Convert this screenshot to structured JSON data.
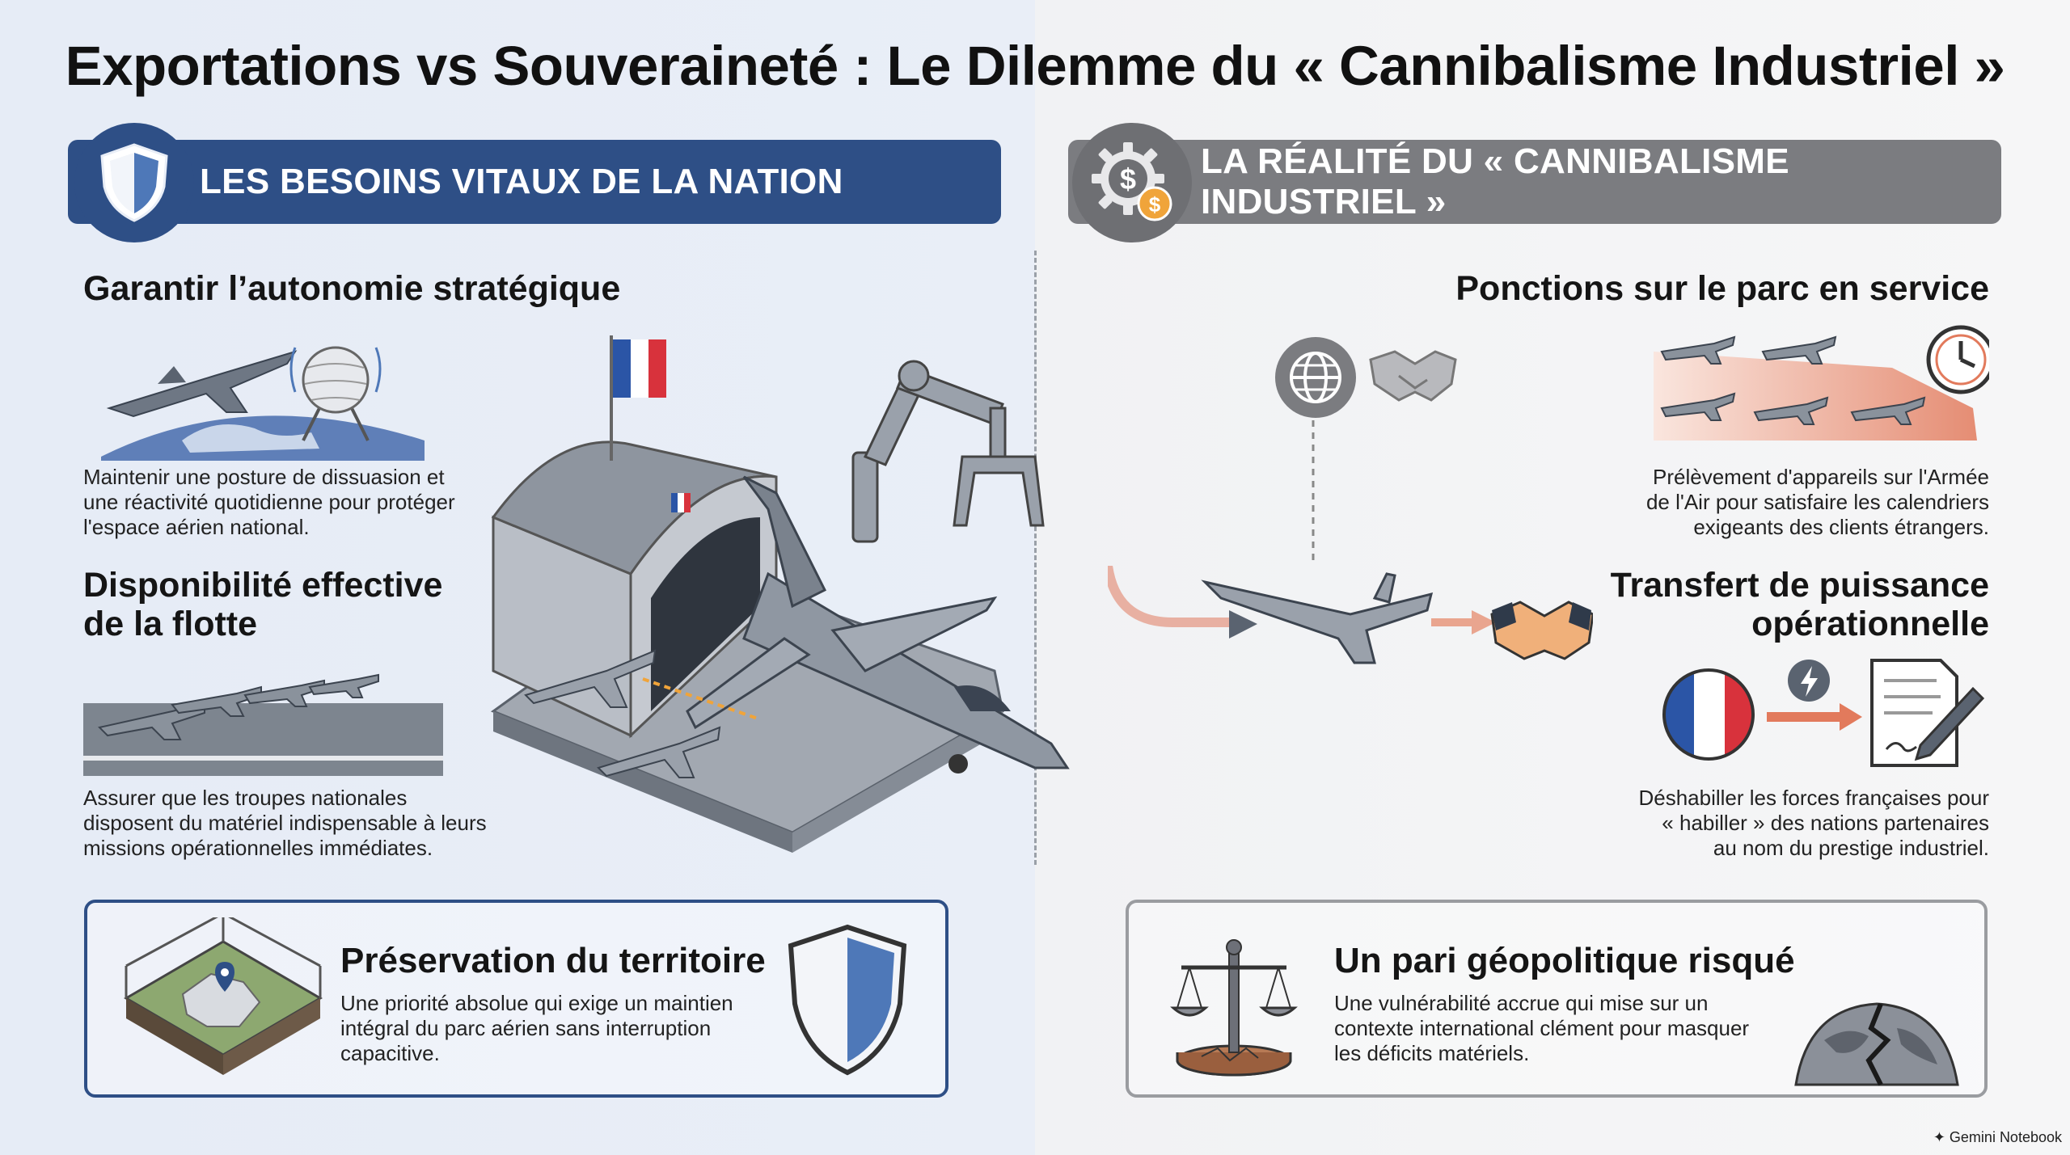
{
  "title": "Exportations vs Souveraineté : Le Dilemme du « Cannibalisme Industriel »",
  "left": {
    "banner": "LES BESOINS VITAUX DE LA NATION",
    "section1": {
      "heading": "Garantir l’autonomie stratégique",
      "text": [
        "Maintenir une posture de dissuasion et",
        "une réactivité quotidienne pour protéger",
        "l'espace aérien national."
      ]
    },
    "section2": {
      "heading": [
        "Disponibilité effective",
        "de la flotte"
      ],
      "text": [
        "Assurer que les troupes nationales",
        "disposent du matériel indispensable à leurs",
        "missions opérationnelles immédiates."
      ]
    },
    "box": {
      "title": "Préservation du territoire",
      "text": [
        "Une priorité absolue qui exige un maintien",
        "intégral du parc aérien sans interruption",
        "capacitive."
      ]
    }
  },
  "right": {
    "banner": "LA RÉALITÉ DU « CANNIBALISME INDUSTRIEL »",
    "section1": {
      "heading": "Ponctions sur le parc en service",
      "text": [
        "Prélèvement d'appareils sur l'Armée",
        "de l'Air pour satisfaire les calendriers",
        "exigeants des clients étrangers."
      ]
    },
    "section2": {
      "heading": [
        "Transfert de puissance",
        "opérationnelle"
      ],
      "text": [
        "Déshabiller les forces françaises pour",
        "« habiller » des nations partenaires",
        "au nom du prestige industriel."
      ]
    },
    "box": {
      "title": "Un pari géopolitique risqué",
      "text": [
        "Une vulnérabilité accrue qui mise sur un",
        "contexte international clément pour masquer",
        "les déficits matériels."
      ]
    }
  },
  "footer": "Gemini Notebook",
  "colors": {
    "navy": "#2e4f86",
    "gray": "#7b7c80",
    "french_blue": "#2b55a6",
    "french_red": "#d8323c",
    "arrow_red": "#d9603f"
  },
  "icons": {
    "left_badge": "shield-icon",
    "right_badge": "gear-dollar-icon"
  }
}
